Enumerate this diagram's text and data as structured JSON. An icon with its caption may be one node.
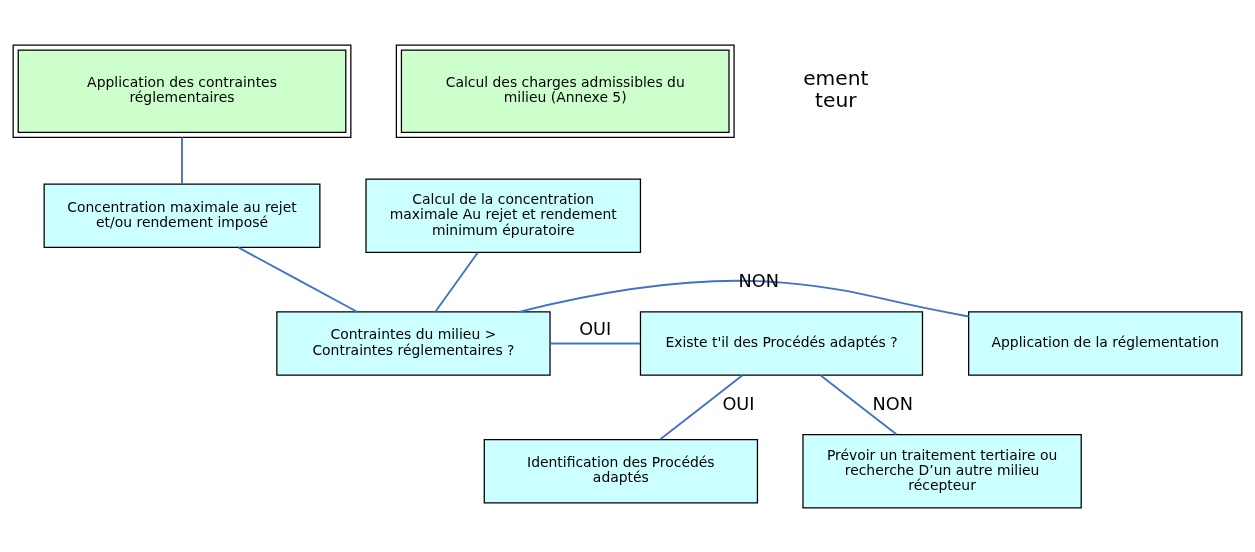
{
  "diagram": {
    "nodes": [
      {
        "text": [
          "Application des contraintes réglementaires"
        ]
      },
      {
        "text": [
          "Calcul des charges admissibles du milieu (Annexe 5)"
        ]
      },
      {
        "text": [
          "Concentration maximale au rejet et/ou rendement imposé"
        ]
      },
      {
        "text": [
          "Calcul de la concentration maximale Au rejet et rendement minimum épuratoire"
        ]
      },
      {
        "text": [
          "Application de la réglementation"
        ]
      },
      {
        "text": [
          "Contraintes du milieu > Contraintes réglementaires ?"
        ]
      },
      {
        "text": [
          "Existe t'il des Procédés adaptés ?"
        ]
      },
      {
        "text": [
          "Identification des Procédés adaptés"
        ]
      },
      {
        "text": [
          "Prévoir un traitement tertiaire ou recherche D’un autre milieu récepteur"
        ]
      }
    ],
    "edges": [
      {
        "from": 0,
        "to": 2,
        "arrow": "none"
      },
      {
        "from": 2,
        "to": 5,
        "arrow": "none"
      },
      {
        "from": 3,
        "to": 5,
        "arrow": "none"
      },
      {
        "from": 5,
        "to": 4,
        "arrow": "none",
        "label": "NON"
      },
      {
        "from": 5,
        "to": 6,
        "arrow": "none",
        "label": "OUI"
      },
      {
        "from": 6,
        "to": 7,
        "arrow": "none",
        "label": "OUI"
      },
      {
        "from": 6,
        "to": 8,
        "arrow": "none",
        "label": "NON"
      }
    ],
    "labels": [
      "ement teur"
    ]
  }
}
